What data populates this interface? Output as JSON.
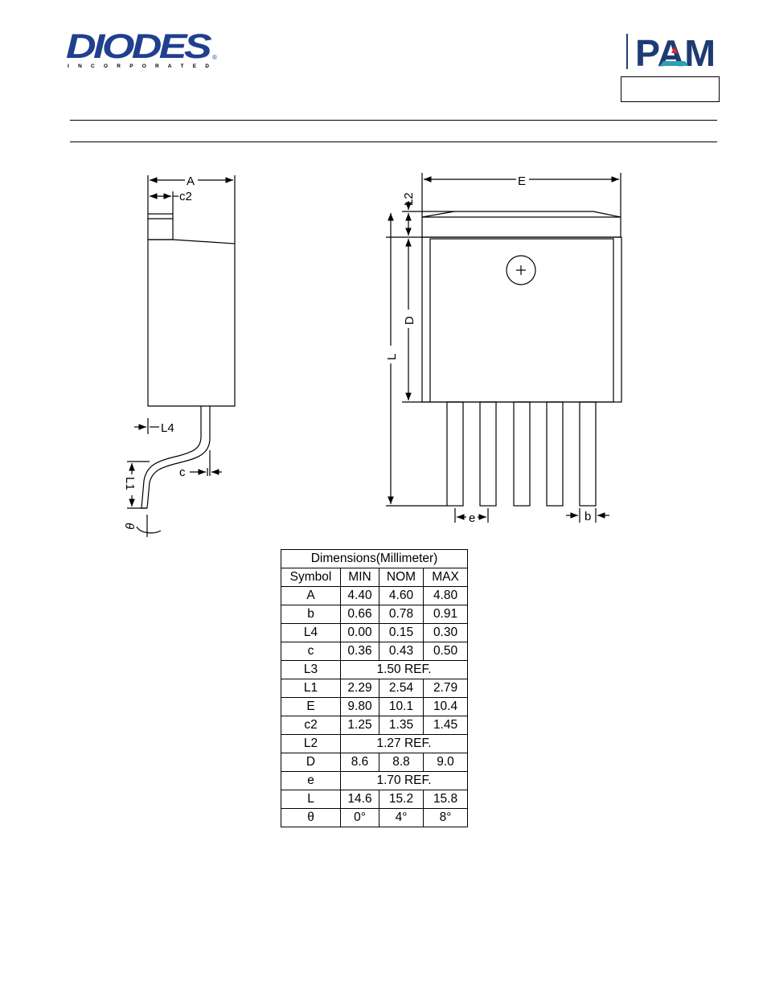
{
  "header": {
    "diodes_logo_text": "DIODES",
    "diodes_logo_subtext": "I N C O R P O R A T E D",
    "diodes_registered": "®",
    "pam_logo_text": "PAM",
    "colors": {
      "diodes_blue": "#1f3f8f",
      "pam_navy": "#1f3b73",
      "pam_red": "#e0262b",
      "pam_teal": "#2d9fb0"
    }
  },
  "drawing": {
    "side_view": {
      "A": "A",
      "c2": "c2",
      "L4": "L4",
      "c": "c",
      "L1": "L1",
      "theta": "θ"
    },
    "front_view": {
      "E": "E",
      "L2": "L2",
      "D": "D",
      "L": "L",
      "e": "e",
      "b": "b"
    }
  },
  "table": {
    "title": "Dimensions(Millimeter)",
    "headers": [
      "Symbol",
      "MIN",
      "NOM",
      "MAX"
    ],
    "rows": [
      {
        "symbol": "A",
        "min": "4.40",
        "nom": "4.60",
        "max": "4.80"
      },
      {
        "symbol": "b",
        "min": "0.66",
        "nom": "0.78",
        "max": "0.91"
      },
      {
        "symbol": "L4",
        "min": "0.00",
        "nom": "0.15",
        "max": "0.30"
      },
      {
        "symbol": "c",
        "min": "0.36",
        "nom": "0.43",
        "max": "0.50"
      },
      {
        "symbol": "L3",
        "ref": "1.50 REF."
      },
      {
        "symbol": "L1",
        "min": "2.29",
        "nom": "2.54",
        "max": "2.79"
      },
      {
        "symbol": "E",
        "min": "9.80",
        "nom": "10.1",
        "max": "10.4"
      },
      {
        "symbol": "c2",
        "min": "1.25",
        "nom": "1.35",
        "max": "1.45"
      },
      {
        "symbol": "L2",
        "ref": "1.27 REF."
      },
      {
        "symbol": "D",
        "min": "8.6",
        "nom": "8.8",
        "max": "9.0"
      },
      {
        "symbol": "e",
        "ref": "1.70 REF."
      },
      {
        "symbol": "L",
        "min": "14.6",
        "nom": "15.2",
        "max": "15.8"
      },
      {
        "symbol": "θ",
        "min": "0°",
        "nom": "4°",
        "max": "8°"
      }
    ]
  }
}
